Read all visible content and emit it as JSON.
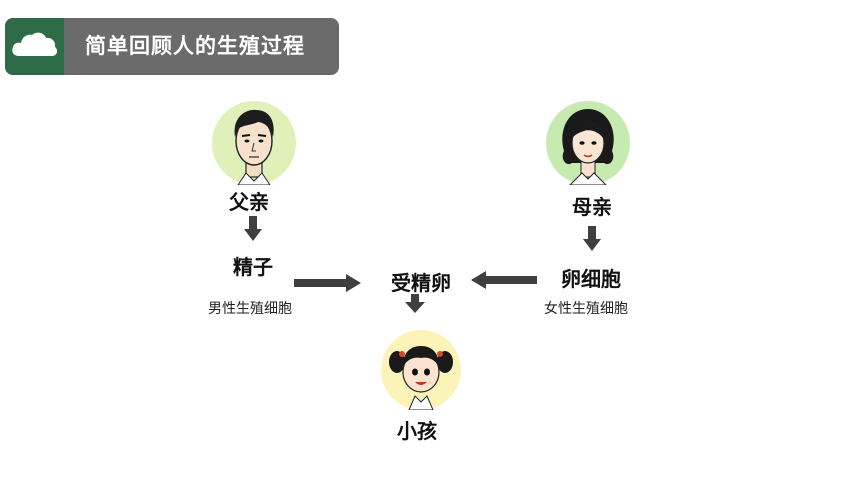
{
  "header": {
    "title": "简单回顾人的生殖过程",
    "icon": "cloud-icon"
  },
  "nodes": {
    "father": "父亲",
    "mother": "母亲",
    "sperm": "精子",
    "egg": "卵细胞",
    "zygote": "受精卵",
    "child": "小孩"
  },
  "captions": {
    "male_cell": "男性生殖细胞",
    "female_cell": "女性生殖细胞"
  },
  "colors": {
    "header_bg": "#6b6b6b",
    "icon_bg": "#2e6b47",
    "father_halo": "#dff0b8",
    "mother_halo": "#c6eab0",
    "child_halo": "#fbf3b8",
    "arrow": "#3f3f3f"
  }
}
